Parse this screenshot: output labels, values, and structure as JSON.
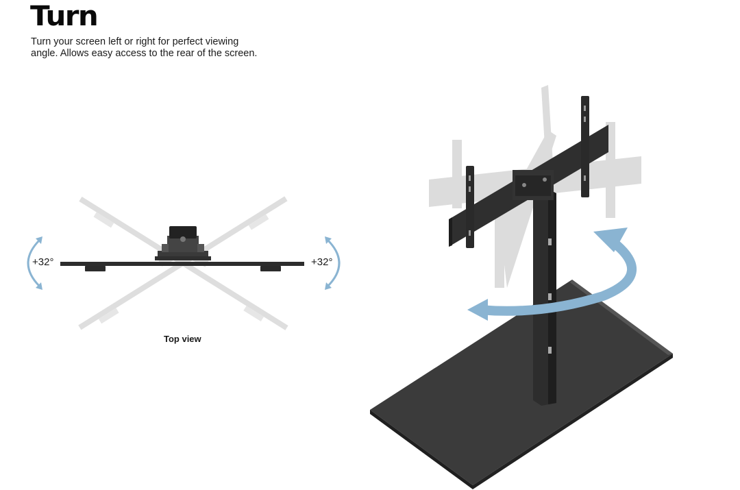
{
  "heading": "Turn",
  "description": "Turn your screen left or right for perfect viewing angle. Allows easy access to the rear of the screen.",
  "top_view": {
    "left_angle": "+32°",
    "right_angle": "+32°",
    "caption": "Top view"
  },
  "colors": {
    "arrow": "#8ab4d2",
    "stand": "#2c2c2c",
    "ghost": "#dcdcdc"
  }
}
